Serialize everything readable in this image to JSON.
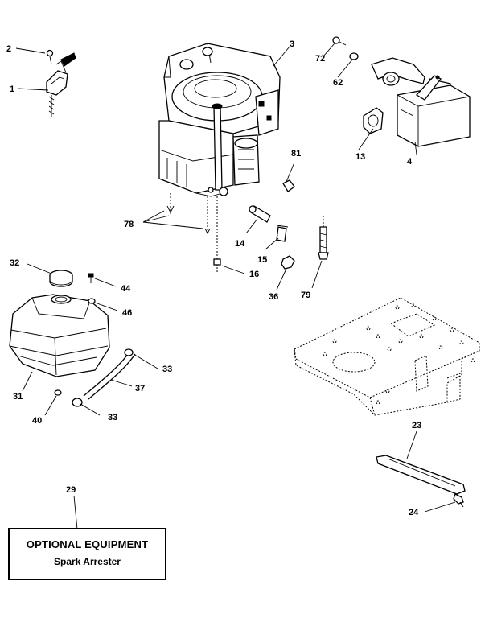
{
  "labels": {
    "l2": "2",
    "l1": "1",
    "l3": "3",
    "l72": "72",
    "l62": "62",
    "l13": "13",
    "l4": "4",
    "l81": "81",
    "l78": "78",
    "l14": "14",
    "l15": "15",
    "l16": "16",
    "l36": "36",
    "l79": "79",
    "l32": "32",
    "l44": "44",
    "l46": "46",
    "l31": "31",
    "l33a": "33",
    "l37": "37",
    "l40": "40",
    "l33b": "33",
    "l23": "23",
    "l24": "24",
    "l29": "29"
  },
  "optional": {
    "title": "OPTIONAL EQUIPMENT",
    "subtitle": "Spark Arrester"
  }
}
